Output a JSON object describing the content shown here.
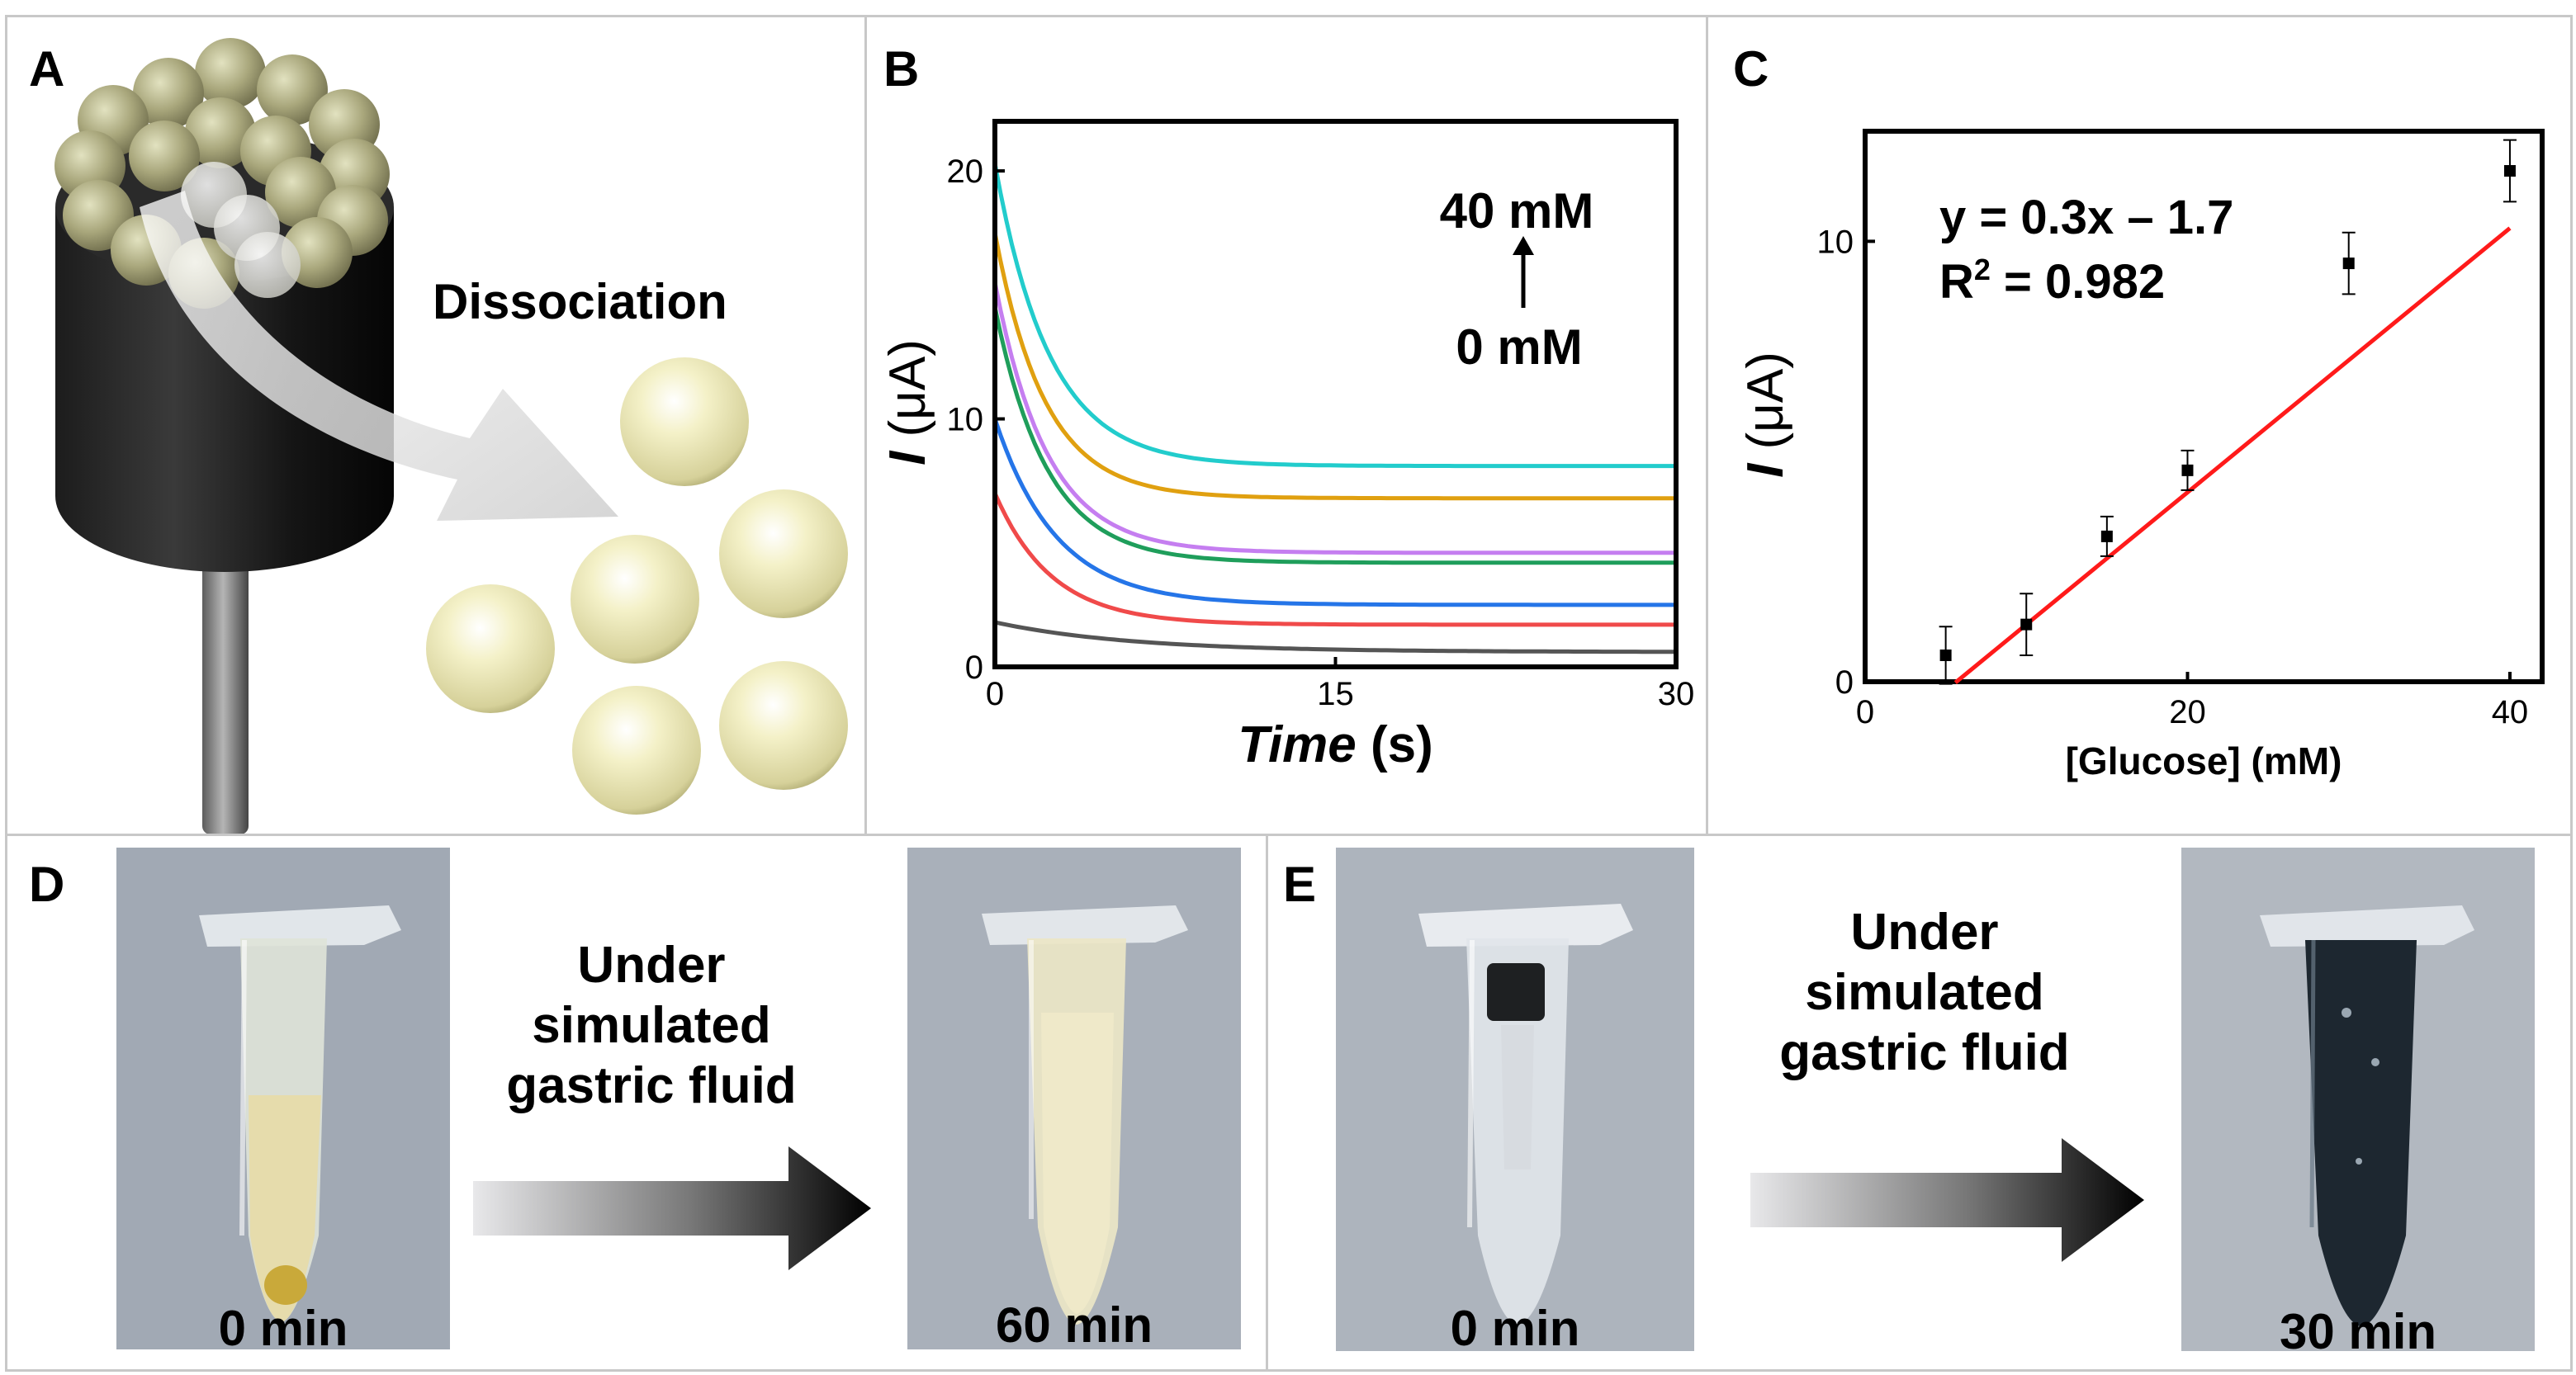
{
  "panels": {
    "A": {
      "label": "A",
      "annotation": "Dissociation"
    },
    "B": {
      "label": "B",
      "high_label": "40 mM",
      "low_label": "0 mM"
    },
    "C": {
      "label": "C",
      "equation": "y = 0.3x – 1.7",
      "r2_prefix": "R",
      "r2_sup": "2",
      "r2_value": " = 0.982"
    },
    "D": {
      "label": "D",
      "caption_lines": [
        "Under",
        "simulated",
        "gastric fluid"
      ],
      "before_time": "0 min",
      "after_time": "60 min"
    },
    "E": {
      "label": "E",
      "caption_lines": [
        "Under",
        "simulated",
        "gastric fluid"
      ],
      "before_time": "0 min",
      "after_time": "30 min"
    }
  },
  "chart_data": [
    {
      "panel": "B",
      "type": "line",
      "xlabel_italic": "Time",
      "xlabel_unit": " (s)",
      "ylabel_italic": "I",
      "ylabel_unit": " (μA)",
      "xlim": [
        0,
        30
      ],
      "ylim": [
        0,
        22
      ],
      "xticks": [
        0,
        15,
        30
      ],
      "yticks": [
        0,
        10,
        20
      ],
      "series": [
        {
          "color": "#555555",
          "i0": 1.8,
          "iinf": 0.6,
          "tau": 6.0
        },
        {
          "color": "#f04a4a",
          "i0": 7.0,
          "iinf": 1.7,
          "tau": 2.5
        },
        {
          "color": "#2575e8",
          "i0": 10.0,
          "iinf": 2.5,
          "tau": 2.7
        },
        {
          "color": "#1f9e5b",
          "i0": 14.5,
          "iinf": 4.2,
          "tau": 2.3
        },
        {
          "color": "#c57ef0",
          "i0": 15.5,
          "iinf": 4.6,
          "tau": 2.3
        },
        {
          "color": "#e0a010",
          "i0": 17.5,
          "iinf": 6.8,
          "tau": 2.2
        },
        {
          "color": "#22cccc",
          "i0": 20.3,
          "iinf": 8.1,
          "tau": 2.4
        }
      ]
    },
    {
      "panel": "C",
      "type": "scatter",
      "xlabel": "[Glucose] (mM)",
      "ylabel_italic": "I",
      "ylabel_unit": " (μA)",
      "xlim": [
        0,
        42
      ],
      "ylim": [
        0,
        12.5
      ],
      "xticks": [
        0,
        20,
        40
      ],
      "yticks": [
        0,
        10
      ],
      "points": [
        {
          "x": 5,
          "y": 0.6,
          "err": 0.65
        },
        {
          "x": 10,
          "y": 1.3,
          "err": 0.7
        },
        {
          "x": 15,
          "y": 3.3,
          "err": 0.45
        },
        {
          "x": 20,
          "y": 4.8,
          "err": 0.45
        },
        {
          "x": 30,
          "y": 9.5,
          "err": 0.7
        },
        {
          "x": 40,
          "y": 11.6,
          "err": 0.7
        }
      ],
      "fit": {
        "slope": 0.3,
        "intercept": -1.7,
        "color": "#ff1a1a"
      }
    }
  ]
}
